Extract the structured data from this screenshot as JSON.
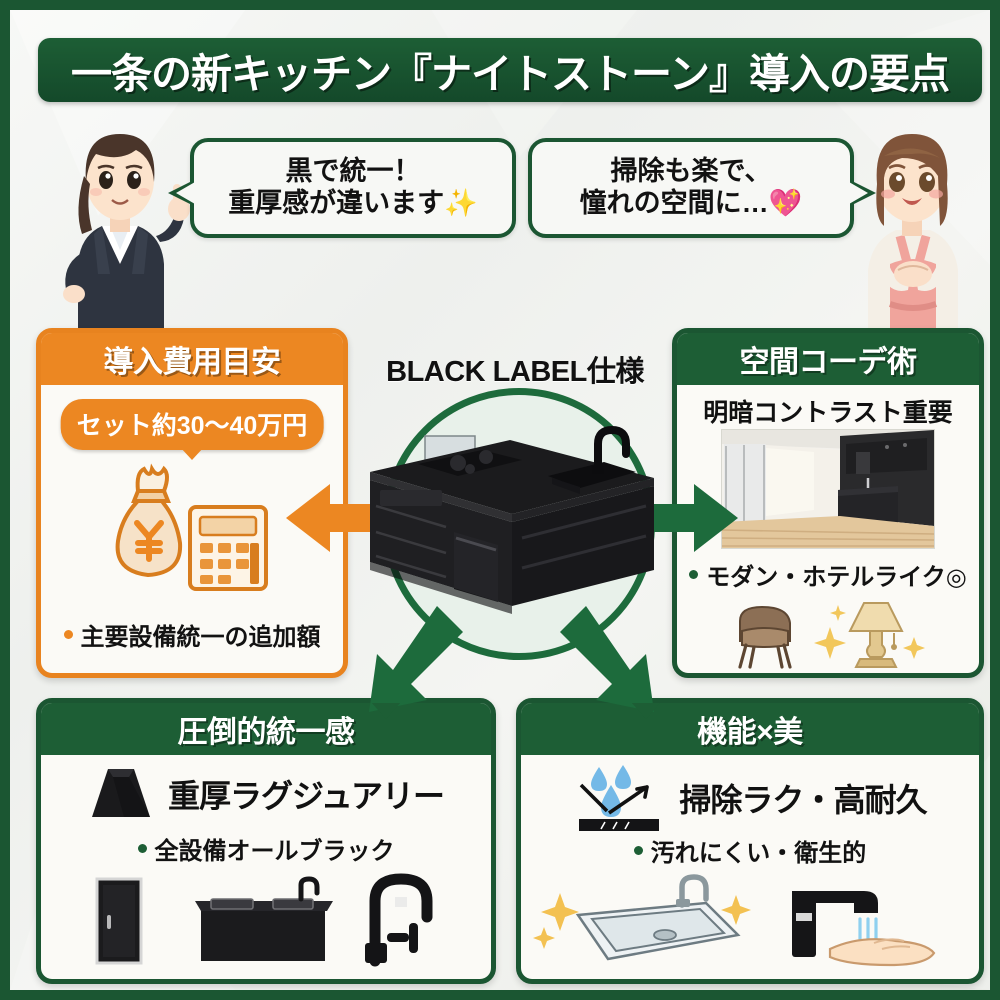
{
  "title": {
    "text": "一条の新キッチン『ナイトストーン』導入の要点"
  },
  "characters": [
    {
      "name": "consultant-woman",
      "description": "suited-woman-pointing"
    },
    {
      "name": "homeowner-woman",
      "description": "apron-woman-delighted"
    }
  ],
  "bubbles": {
    "left": {
      "line1": "黒で統一！",
      "line2": "重厚感が違います✨"
    },
    "right": {
      "line1": "掃除も楽で、",
      "line2": "憧れの空間に…💖"
    }
  },
  "center": {
    "label": "BLACK LABEL仕様",
    "image_alt": "black-kitchen-island"
  },
  "cards": {
    "cost": {
      "heading": "導入費用目安",
      "pill": "セット約30〜40万円",
      "bullet": "主要設備統一の追加額",
      "icons": [
        "money-bag-yen-icon",
        "calculator-icon"
      ],
      "accent": "#ec8722"
    },
    "coordination": {
      "heading": "空間コーデ術",
      "subheading": "明暗コントラスト重要",
      "bullet": "モダン・ホテルライク◎",
      "photo_alt": "dark-kitchen-light-floor-interior",
      "icons": [
        "armchair-icon",
        "table-lamp-icon"
      ],
      "accent": "#1d5e35"
    },
    "unity": {
      "heading": "圧倒的統一感",
      "feature": "重厚ラグジュアリー",
      "bullet": "全設備オールブラック",
      "feature_icon": "black-stone-block-icon",
      "icons": [
        "black-door-icon",
        "black-counter-sink-icon",
        "black-faucet-icon"
      ],
      "accent": "#1d5e35"
    },
    "function": {
      "heading": "機能×美",
      "feature": "掃除ラク・高耐久",
      "bullet": "汚れにくい・衛生的",
      "feature_icon": "water-repellent-surface-icon",
      "icons": [
        "sparkling-sink-icon",
        "faucet-water-hand-icon"
      ],
      "accent": "#1d5e35"
    }
  },
  "colors": {
    "brand_green": "#1d5e35",
    "brand_green_dark": "#14492a",
    "accent_orange": "#ec8722",
    "text_dark": "#121212",
    "panel_bg": "#f7f8f4"
  }
}
